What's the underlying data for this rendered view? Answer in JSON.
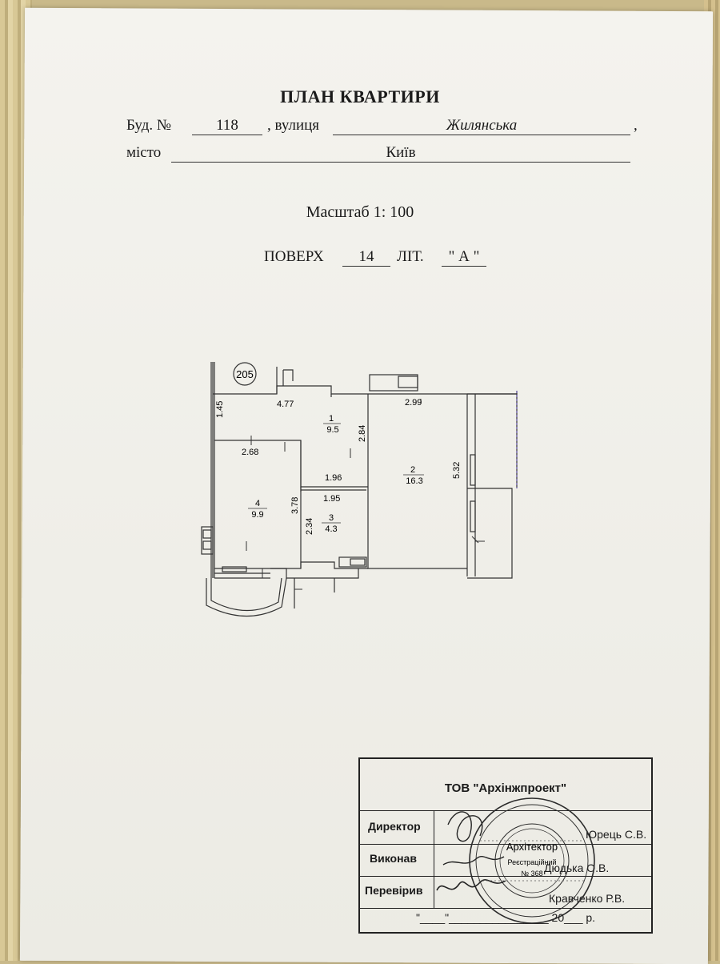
{
  "document": {
    "title": "ПЛАН КВАРТИРИ",
    "building_label": "Буд. №",
    "building_number": "118",
    "street_label": ", вулиця",
    "street": "Жилянська",
    "street_end": ",",
    "city_label": "місто",
    "city": "Київ",
    "scale": "Масштаб 1: 100",
    "floor_label": "ПОВЕРХ",
    "floor": "14",
    "letter_label": "ЛІТ.",
    "letter_value": "\" А \""
  },
  "plan": {
    "apartment_number": "205",
    "dimensions": {
      "top_left": "4.77",
      "top_right": "2.99",
      "room1_left": "1.45",
      "room1_right": "2.84",
      "room4_top": "2.68",
      "room4_right": "3.78",
      "corridor": "1.96",
      "room3_top": "1.95",
      "room3_left": "2.34",
      "room2_height": "5.32"
    },
    "rooms": [
      {
        "number": "1",
        "area": "9.5"
      },
      {
        "number": "2",
        "area": "16.3"
      },
      {
        "number": "3",
        "area": "4.3"
      },
      {
        "number": "4",
        "area": "9.9"
      }
    ]
  },
  "title_block": {
    "organization": "ТОВ \"Архінжпроект\"",
    "rows": [
      {
        "role": "Директор",
        "name": "Юрець С.В."
      },
      {
        "role": "Виконав",
        "name": "Дюдька О.В."
      },
      {
        "role": "Перевірив",
        "name": "Кравченко Р.В."
      }
    ],
    "date_line": "\"____\"________________ 20___ р."
  },
  "seal": {
    "center_title": "Архітектор",
    "registration_label": "Реєстраційний",
    "registration_number": "№ 368"
  }
}
